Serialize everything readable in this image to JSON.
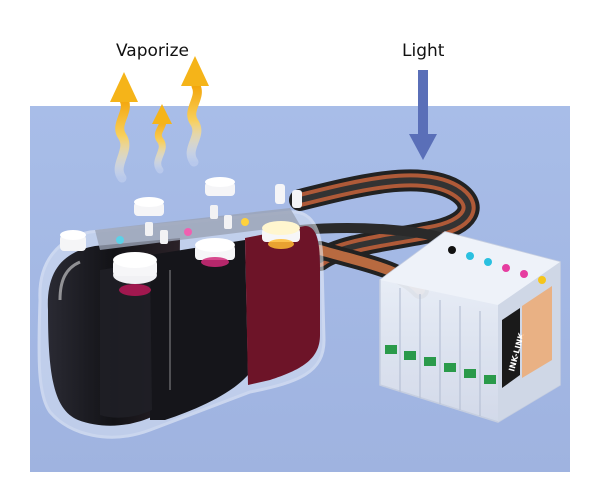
{
  "labels": {
    "vaporize": "Vaporize",
    "light": "Light"
  },
  "photo": {
    "cartridge_brand_text": "INK-LINK"
  },
  "colors": {
    "background_panel": "#a9bfe9",
    "vapor_arrow": "#f7b515",
    "light_arrow": "#5a6fb8",
    "ink_black": "#1b1b20",
    "ink_magenta": "#7a1530"
  }
}
